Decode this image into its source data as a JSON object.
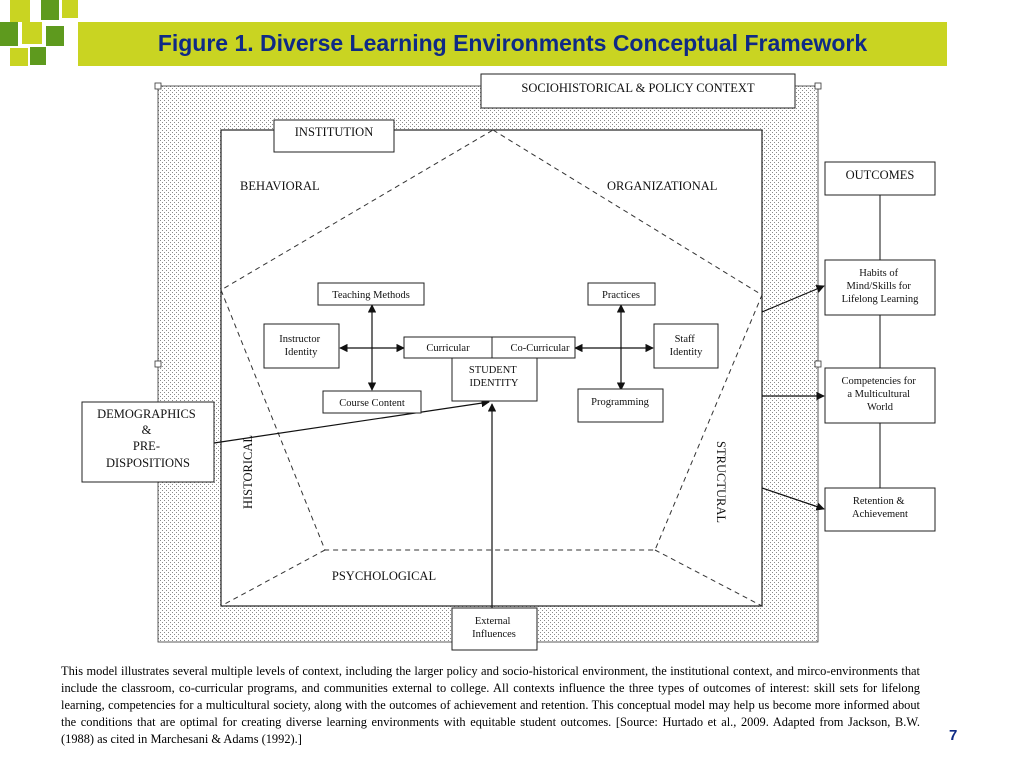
{
  "slide": {
    "title": "Figure 1. Diverse Learning Environments Conceptual Framework",
    "page_number": "7",
    "caption": "This model illustrates several multiple levels of context, including the larger policy and socio-historical environment, the institutional context, and mirco-environments that include the classroom, co-curricular programs, and communities external to college.  All contexts influence the three types of outcomes of interest:  skill sets for lifelong learning, competencies for a multicultural society, along with the outcomes of achievement and retention. This conceptual model may help us become more informed about the conditions that are optimal for creating diverse learning environments with equitable student outcomes. [Source: Hurtado et al., 2009. Adapted from Jackson, B.W. (1988) as cited in Marchesani & Adams (1992).]"
  },
  "diagram": {
    "context_label": "SOCIOHISTORICAL & POLICY CONTEXT",
    "institution_label": "INSTITUTION",
    "dimensions": {
      "behavioral": "BEHAVIORAL",
      "organizational": "ORGANIZATIONAL",
      "historical": "HISTORICAL",
      "structural": "STRUCTURAL",
      "psychological": "PSYCHOLOGICAL"
    },
    "center": {
      "teaching_methods": "Teaching Methods",
      "instructor_identity": [
        "Instructor",
        "Identity"
      ],
      "course_content": "Course Content",
      "curricular": "Curricular",
      "co_curricular": "Co-Curricular",
      "student_identity": [
        "STUDENT",
        "IDENTITY"
      ],
      "practices": "Practices",
      "staff_identity": [
        "Staff",
        "Identity"
      ],
      "programming": "Programming"
    },
    "demographics": [
      "DEMOGRAPHICS",
      "&",
      "PRE-",
      "DISPOSITIONS"
    ],
    "external_influences": [
      "External",
      "Influences"
    ],
    "outcomes": {
      "header": "OUTCOMES",
      "habits": [
        "Habits of",
        "Mind/Skills for",
        "Lifelong Learning"
      ],
      "competencies": [
        "Competencies for",
        "a Multicultural",
        "World"
      ],
      "retention": [
        "Retention &",
        "Achievement"
      ]
    }
  },
  "colors": {
    "title_bar": "#c9d422",
    "title_text": "#0f2a86",
    "page_number": "#0f2a86",
    "corner_dark": "#5e9a1e",
    "corner_light": "#c9d422"
  }
}
